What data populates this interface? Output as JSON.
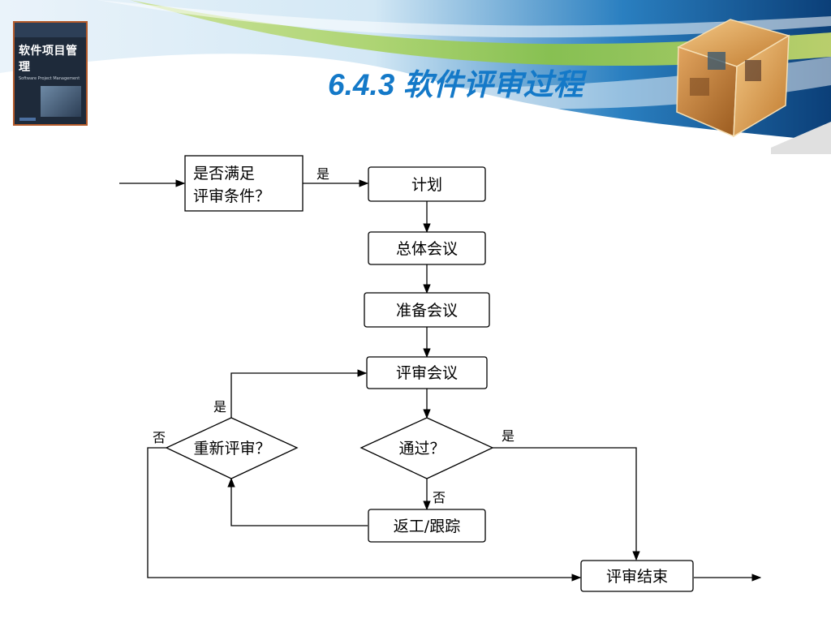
{
  "slide": {
    "title": "6.4.3 软件评审过程",
    "book_cover": {
      "title": "软件项目管理",
      "subtitle": "Software Project Management"
    }
  },
  "flowchart": {
    "nodes": {
      "condition": {
        "line1": "是否满足",
        "line2": "评审条件？"
      },
      "plan": "计划",
      "overall_meeting": "总体会议",
      "prep_meeting": "准备会议",
      "review_meeting": "评审会议",
      "passed_decision": "通过？",
      "rereview_decision": "重新评审？",
      "rework": "返工/跟踪",
      "review_end": "评审结束"
    },
    "edge_labels": {
      "cond_yes": "是",
      "rereview_yes": "是",
      "rereview_no": "否",
      "passed_yes": "是",
      "passed_no": "否"
    }
  }
}
